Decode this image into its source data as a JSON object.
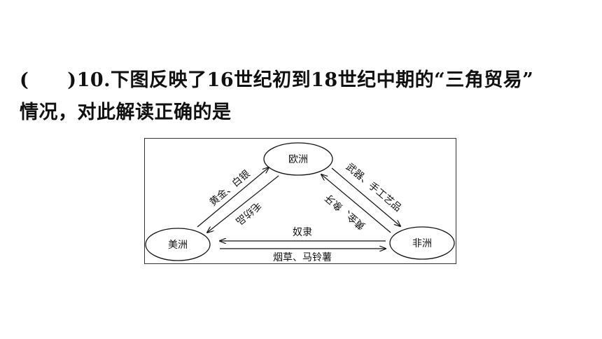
{
  "question": {
    "blank_open": "(",
    "blank_close": ")",
    "number_and_text_line1": "10.下图反映了16世纪初到18世纪中期的“三角贸易”",
    "text_line2": "情况，对此解读正确的是"
  },
  "diagram": {
    "nodes": {
      "europe": "欧洲",
      "america": "美洲",
      "africa": "非洲"
    },
    "flows": {
      "america_to_europe": "黄金、白银",
      "europe_to_america": "毛纺品",
      "europe_to_africa": "武器、手工艺品",
      "africa_to_europe": "黄金、象牙",
      "africa_to_america": "奴隶",
      "america_to_africa": "烟草、马铃薯"
    }
  }
}
